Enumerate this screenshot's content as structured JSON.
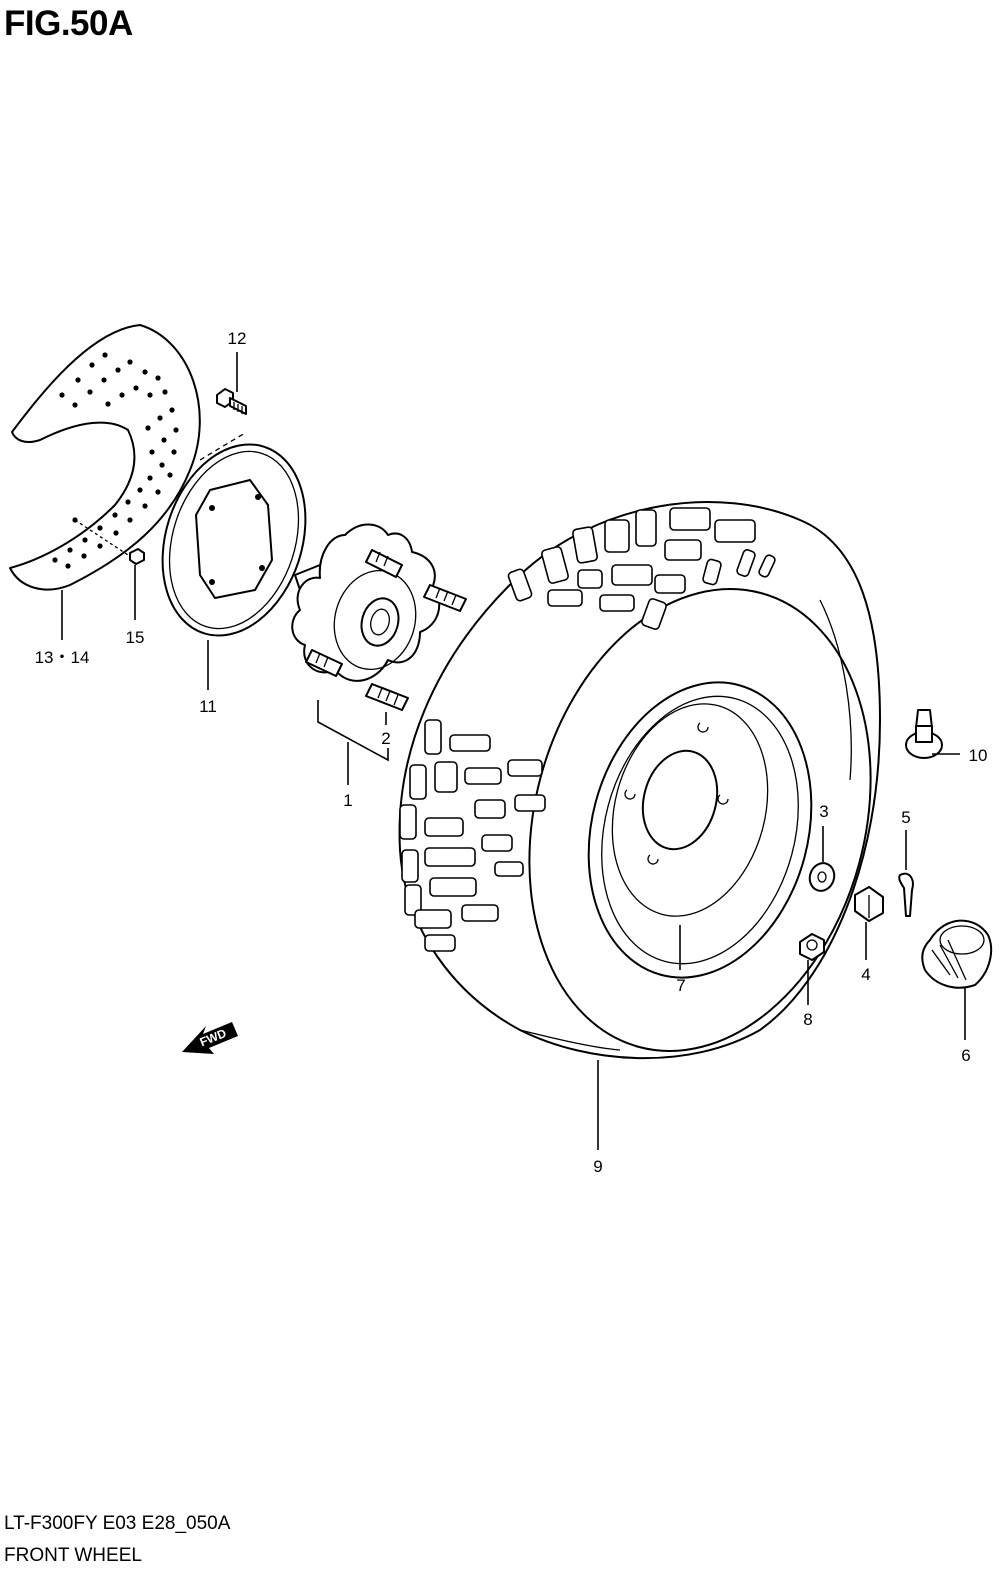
{
  "figure": {
    "title": "FIG.50A",
    "model_code": "LT-F300FY E03 E28_050A",
    "section_name": "FRONT WHEEL"
  },
  "direction_marker": {
    "label": "FWD",
    "icon": "forward-arrow-icon"
  },
  "callouts": {
    "c1": "1",
    "c2": "2",
    "c3": "3",
    "c4": "4",
    "c5": "5",
    "c6": "6",
    "c7": "7",
    "c8": "8",
    "c9": "9",
    "c10": "10",
    "c11": "11",
    "c12": "12",
    "c13_14": "13・14",
    "c15": "15"
  }
}
